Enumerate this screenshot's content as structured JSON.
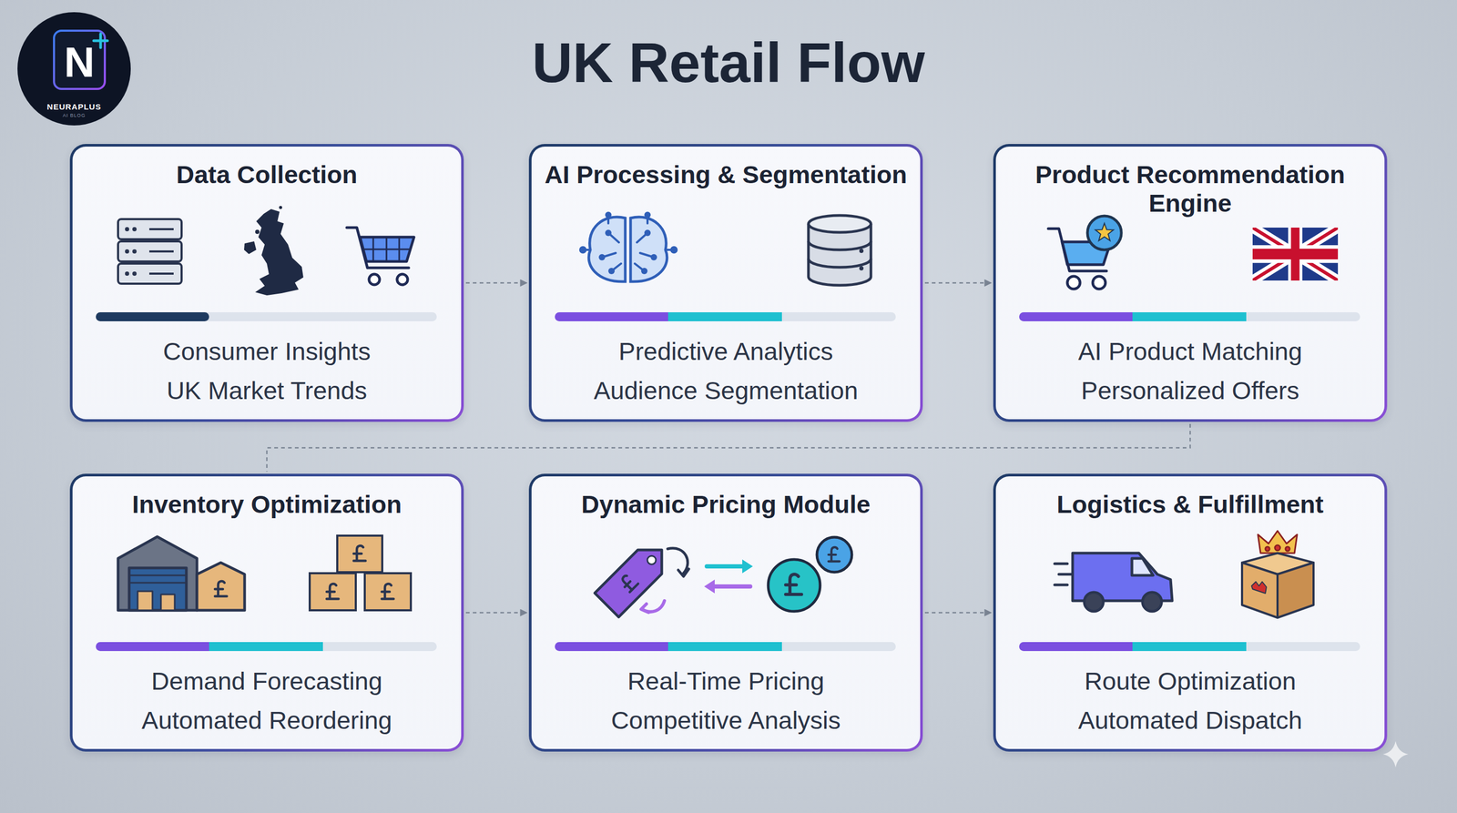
{
  "diagram": {
    "title": "UK Retail Flow",
    "nodes": [
      {
        "text": [
          "Data Collection",
          "Consumer Insights",
          "UK Market Trends"
        ]
      },
      {
        "text": [
          "AI Processing & Segmentation",
          "Predictive Analytics",
          "Audience Segmentation"
        ]
      },
      {
        "text": [
          "Product Recommendation Engine",
          "AI Product Matching",
          "Personalized Offers"
        ]
      },
      {
        "text": [
          "Inventory Optimization",
          "Demand Forecasting",
          "Automated Reordering"
        ]
      },
      {
        "text": [
          "Dynamic Pricing Module",
          "Real-Time Pricing",
          "Competitive Analysis"
        ]
      },
      {
        "text": [
          "Logistics & Fulfillment",
          "Route Optimization",
          "Automated Dispatch"
        ]
      }
    ],
    "edges": [
      {
        "from": 0,
        "to": 1,
        "arrow": "to"
      },
      {
        "from": 1,
        "to": 2,
        "arrow": "to"
      },
      {
        "from": 2,
        "to": 3,
        "arrow": "none"
      },
      {
        "from": 3,
        "to": 4,
        "arrow": "to"
      },
      {
        "from": 4,
        "to": 5,
        "arrow": "to"
      }
    ],
    "labels": [
      "N",
      "NEURAPLUS",
      "AI BLOG"
    ]
  }
}
